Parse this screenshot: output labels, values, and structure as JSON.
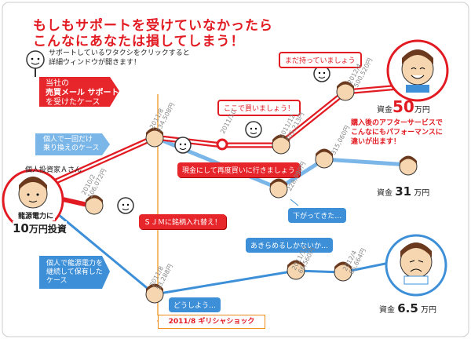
{
  "headline": {
    "line1": "もしもサポートを受けていなかったら",
    "line2": "こんなにあなたは損してしまう！"
  },
  "instruction": {
    "line1": "サポートしているワタクシをクリックすると",
    "line2": "詳細ウィンドウが開きます！"
  },
  "cases": {
    "support": {
      "line1": "当社の",
      "line2": "売買メール サポート",
      "line3": "を受けたケース"
    },
    "switch": {
      "line1": "個人で一回だけ",
      "line2": "乗り換えのケース"
    },
    "hold": {
      "line1": "個人で龍源電力を",
      "line2": "継続して保有した",
      "line3": "ケース"
    }
  },
  "investor": {
    "name": "個人投資家Ａさん",
    "stock": "龍源電力に",
    "amount_number": "10",
    "amount_suffix": "万円投資"
  },
  "bubbles": {
    "sjm": "ＳＪＭに銘柄入れ替え！",
    "rebuy": "現金にして再度買いに行きましょう",
    "buy_now": "ここで買いましょう！",
    "still_hold": "まだ持っていましょう",
    "dropped": "下がってきた…",
    "give_up": "あきらめるしかないか…",
    "what_now": "どうしよう…"
  },
  "points": {
    "p2010_2": {
      "date": "2010/2",
      "value": "106,072円"
    },
    "p2011_8_top": {
      "date": "2011/8",
      "value": "334,508円"
    },
    "p2011_8_bottom": {
      "date": "2011/8",
      "value": "53,288円"
    },
    "p2011_10": {
      "date": "2011/10"
    },
    "p2011_12_top": {
      "date": "2011/12",
      "value": "305,213円"
    },
    "p2011_12_mid": {
      "value": "228,090円"
    },
    "p2011_12_bottom": {
      "date": "2011/12",
      "value": "66,560円"
    },
    "p2012_4_top": {
      "date": "2012/4",
      "value": "500,520円"
    },
    "p2012_4_mid": {
      "value": "315,060円"
    },
    "p2012_4_bottom": {
      "date": "2012/4",
      "value": "65,664円"
    }
  },
  "results": {
    "support": {
      "prefix": "資金",
      "number": "50",
      "suffix": "万円"
    },
    "switch": {
      "prefix": "資金",
      "number": "31",
      "suffix": "万円"
    },
    "hold": {
      "prefix": "資金",
      "number": "6.5",
      "suffix": "万円"
    }
  },
  "note": {
    "line1": "購入後のアフターサービスで",
    "line2": "こんなにもパフォーマンスに",
    "line3": "違いが出ます！"
  },
  "greek_shock": "2011/8 ギリシャショック",
  "colors": {
    "support": "#e21a22",
    "switch": "#7bb6e8",
    "hold": "#3d8fd8",
    "shock": "#f08c1a"
  }
}
